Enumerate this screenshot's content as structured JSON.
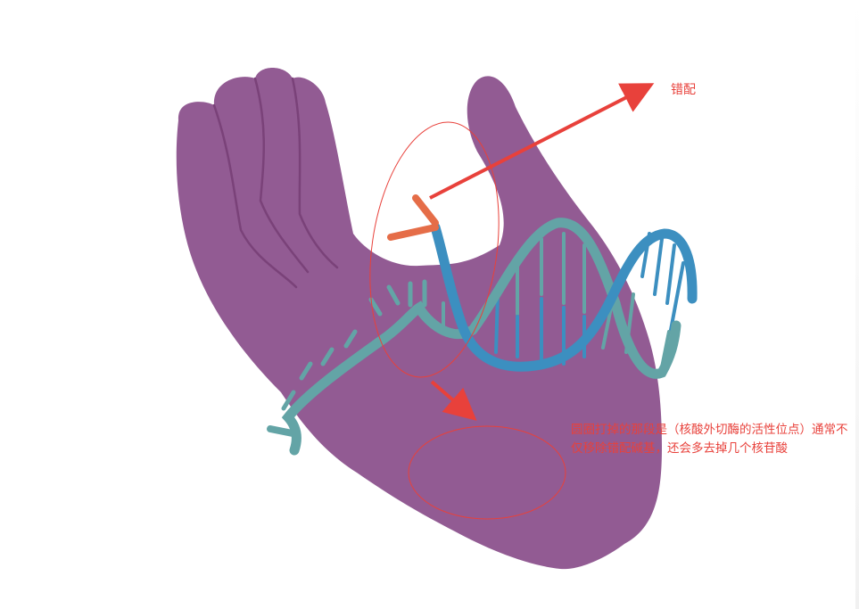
{
  "annotations": {
    "mismatch_label": "错配",
    "note_text": "圆圈打掉的那段是（核酸外切酶的活性位点）通常不仅移除错配碱基，还会多去掉几个核苷酸"
  },
  "colors": {
    "hand": "#925b93",
    "hand_crease": "#7a4279",
    "strand_teal": "#63a4a6",
    "strand_blue": "#3c8fc0",
    "mismatch_base": "#e56d48",
    "annotation_red": "#e8413b"
  },
  "icons": {
    "hand": "open-palm-hand",
    "dna": "double-helix"
  }
}
